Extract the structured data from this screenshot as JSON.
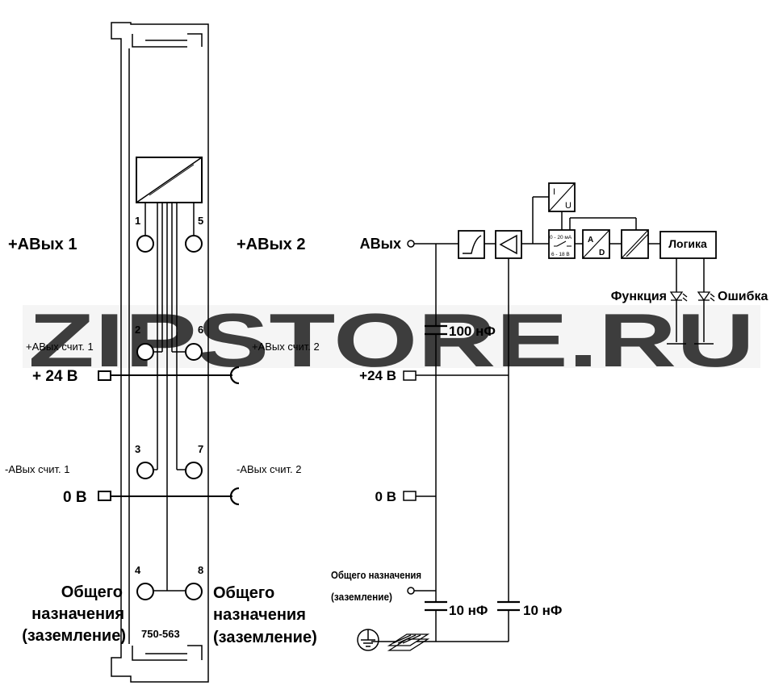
{
  "left": {
    "term1": "1",
    "term2": "2",
    "term3": "3",
    "term4": "4",
    "term5": "5",
    "term6": "6",
    "term7": "7",
    "term8": "8",
    "aout1": "+АВых 1",
    "aout2": "+АВых 2",
    "aout1_sense_plus": "+АВых счит. 1",
    "aout2_sense_plus": "+АВых счит. 2",
    "supply_24": "+ 24 В",
    "aout1_sense_minus": "-АВых счит. 1",
    "aout2_sense_minus": "-АВых счит. 2",
    "zero_v": "0 В",
    "gp_left_1": "Общего",
    "gp_left_2": "назначения",
    "gp_left_3": "(заземление)",
    "gp_right_1": "Общего",
    "gp_right_2": "назначения",
    "gp_right_3": "(заземление)",
    "model": "750-563"
  },
  "right": {
    "aout": "АВых",
    "supply_24": "+24 В",
    "zero_v": "0 В",
    "gp_1": "Общего назначения",
    "gp_2": "(заземление)",
    "cap_100": "100 нФ",
    "cap_10a": "10 нФ",
    "cap_10b": "10 нФ",
    "iu_i": "I",
    "iu_u": "U",
    "range_1": "0 - 20 мА",
    "range_2": "6 - 18 В",
    "ad_a": "A",
    "ad_d": "D",
    "logic": "Логика",
    "function": "Функция",
    "error": "Ошибка"
  },
  "watermark": "ZIPSTORE.RU",
  "colors": {
    "watermark_orange": "#f4b46a",
    "watermark_gray": "#c9c9c9",
    "line": "#000000"
  }
}
